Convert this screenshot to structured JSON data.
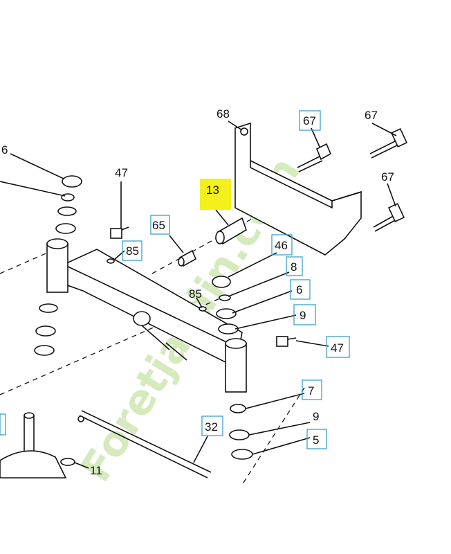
{
  "labels": {
    "l13": "13",
    "l65": "65",
    "l46": "46",
    "l8": "8",
    "l6": "6",
    "l9a": "9",
    "l47r": "47",
    "l7": "7",
    "l9b": "9",
    "l5": "5",
    "l32": "32",
    "l11": "11",
    "l85a": "85",
    "l85b": "85",
    "l47t": "47",
    "l68": "68",
    "l67a": "67",
    "l67b": "67",
    "l67c": "67",
    "l46left": "6"
  },
  "watermark": {
    "text": "Foretjardin.com",
    "color_primary": "#c8e3a8",
    "color_accent": "#f2c99a"
  },
  "colors": {
    "highlight": "#f3f01c",
    "box": "#3aa0c8"
  }
}
